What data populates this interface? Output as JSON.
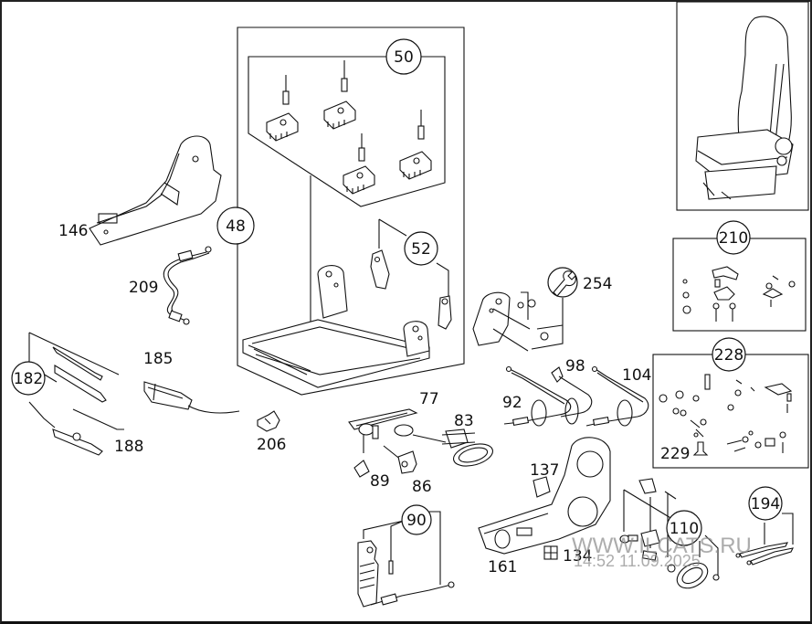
{
  "diagram": {
    "title": "Seat frame and adjustment parts exploded view",
    "callouts": [
      {
        "id": "146",
        "label": "146",
        "style": "plain"
      },
      {
        "id": "48",
        "label": "48",
        "style": "circled"
      },
      {
        "id": "50",
        "label": "50",
        "style": "circled"
      },
      {
        "id": "52",
        "label": "52",
        "style": "circled"
      },
      {
        "id": "209",
        "label": "209",
        "style": "plain"
      },
      {
        "id": "254",
        "label": "254",
        "style": "plain",
        "icon": "wrench-icon"
      },
      {
        "id": "210",
        "label": "210",
        "style": "circled"
      },
      {
        "id": "228",
        "label": "228",
        "style": "circled"
      },
      {
        "id": "229",
        "label": "229",
        "style": "plain"
      },
      {
        "id": "182",
        "label": "182",
        "style": "circled"
      },
      {
        "id": "185",
        "label": "185",
        "style": "plain"
      },
      {
        "id": "188",
        "label": "188",
        "style": "plain"
      },
      {
        "id": "206",
        "label": "206",
        "style": "plain"
      },
      {
        "id": "77",
        "label": "77",
        "style": "plain"
      },
      {
        "id": "83",
        "label": "83",
        "style": "plain"
      },
      {
        "id": "86",
        "label": "86",
        "style": "plain"
      },
      {
        "id": "89",
        "label": "89",
        "style": "plain"
      },
      {
        "id": "90",
        "label": "90",
        "style": "circled"
      },
      {
        "id": "92",
        "label": "92",
        "style": "plain"
      },
      {
        "id": "98",
        "label": "98",
        "style": "plain"
      },
      {
        "id": "104",
        "label": "104",
        "style": "plain"
      },
      {
        "id": "137",
        "label": "137",
        "style": "plain"
      },
      {
        "id": "134",
        "label": "134",
        "style": "plain"
      },
      {
        "id": "161",
        "label": "161",
        "style": "plain"
      },
      {
        "id": "110",
        "label": "110",
        "style": "circled"
      },
      {
        "id": "194",
        "label": "194",
        "style": "circled"
      }
    ],
    "thumbnail": {
      "name": "complete-seat-overview"
    }
  },
  "watermark": {
    "site": "WWW.ILCATS.RU",
    "timestamp": "14:52 11.09.2025"
  }
}
